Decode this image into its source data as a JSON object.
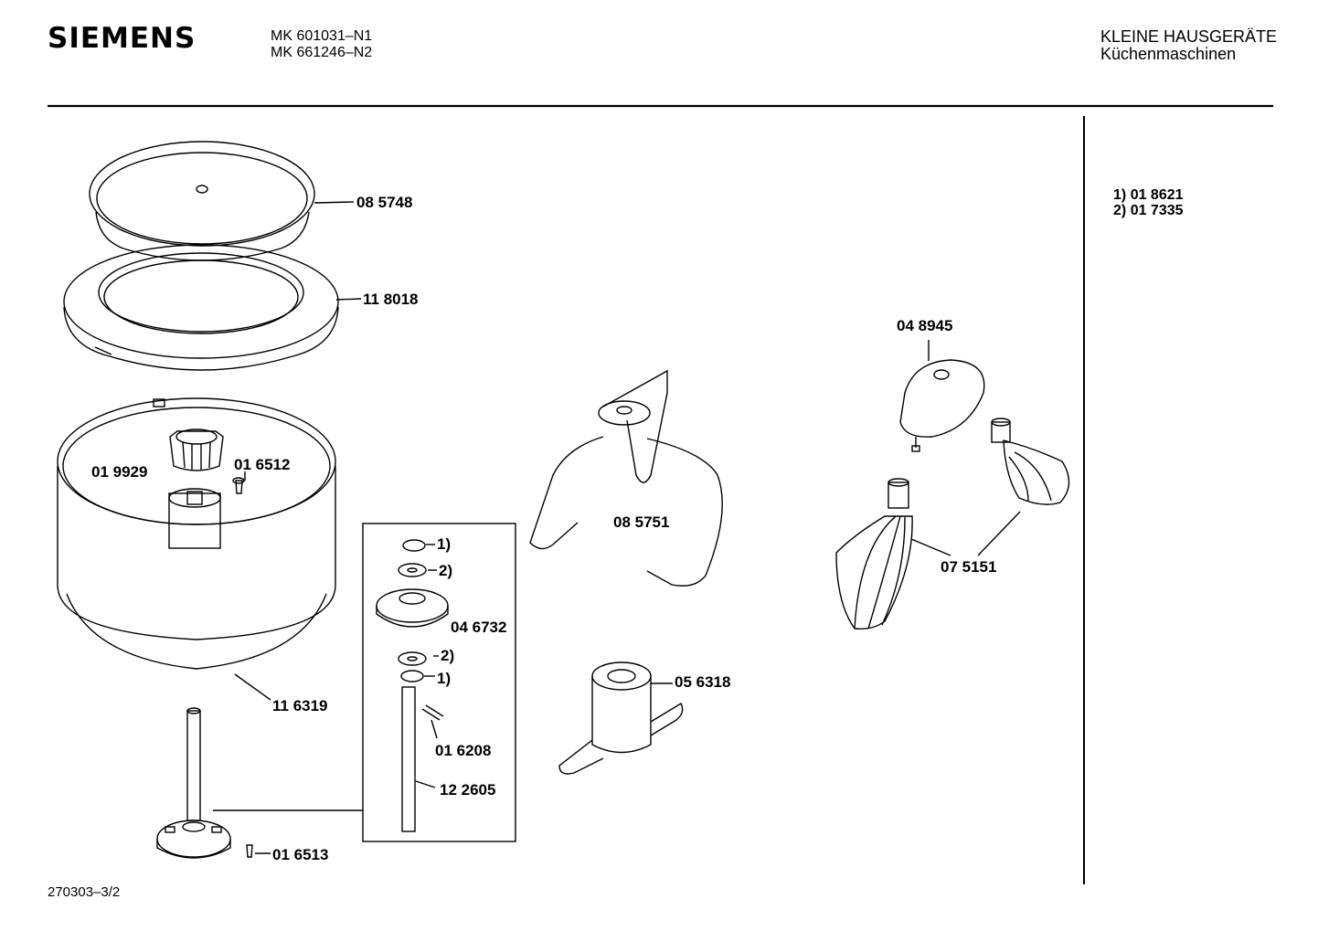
{
  "header": {
    "brand": "SIEMENS",
    "models": [
      "MK 601031–N1",
      "MK 661246–N2"
    ],
    "category": "KLEINE HAUSGERÄTE",
    "subcategory": "Küchenmaschinen"
  },
  "notes": [
    {
      "key": "1)",
      "part": "01 8621"
    },
    {
      "key": "2)",
      "part": "01 7335"
    }
  ],
  "parts": {
    "lid": "08 5748",
    "ring": "11 8018",
    "gear": "01 9929",
    "screw_top": "01 6512",
    "bowl": "11 6319",
    "clip_1a": "1)",
    "washer_2a": "2)",
    "hub": "04 6732",
    "washer_2b": "2)",
    "clip_1b": "1)",
    "pin": "01 6208",
    "shaft": "12 2605",
    "screw_bottom": "01 6513",
    "kneading_hook": "08 5751",
    "blade": "05 6318",
    "cap": "04 8945",
    "whisks": "07 5151"
  },
  "footer": "270303–3/2"
}
